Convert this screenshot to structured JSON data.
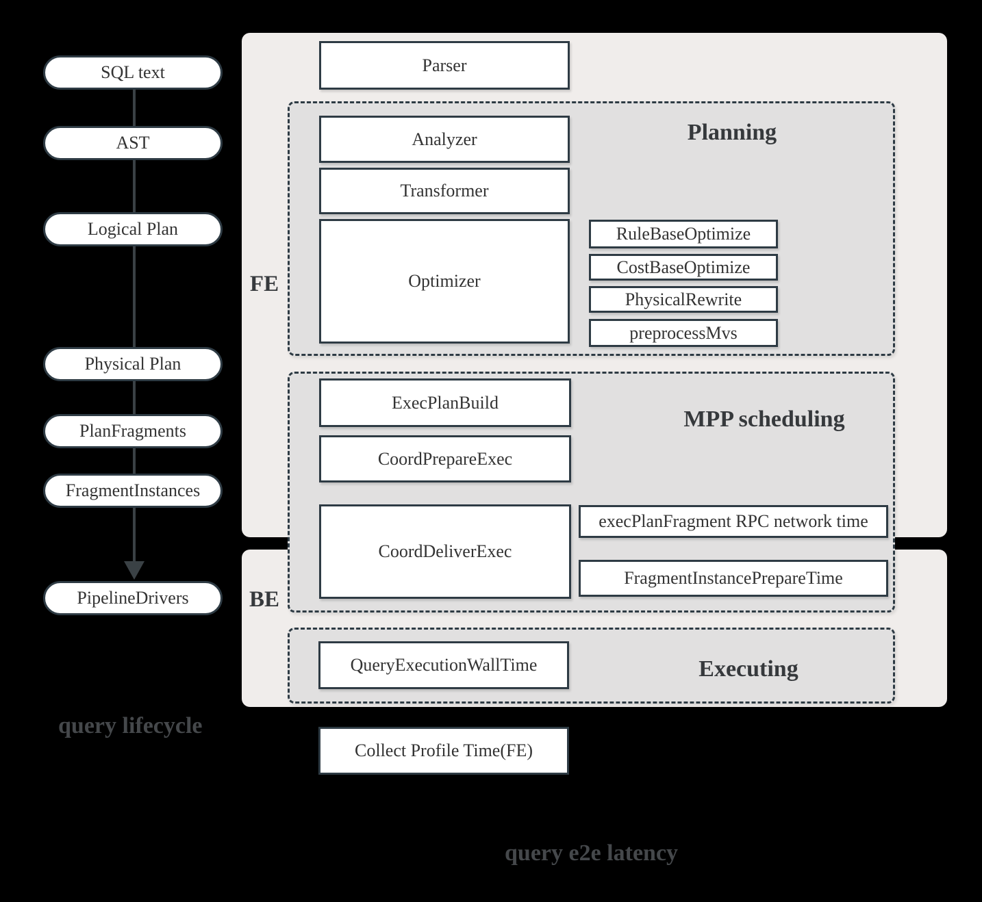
{
  "lifecycle": {
    "title": "query lifecycle",
    "stages": [
      "SQL text",
      "AST",
      "Logical Plan",
      "Physical Plan",
      "PlanFragments",
      "FragmentInstances",
      "PipelineDrivers"
    ]
  },
  "fe_label": "FE",
  "be_label": "BE",
  "parser": "Parser",
  "planning": {
    "title": "Planning",
    "analyzer": "Analyzer",
    "transformer": "Transformer",
    "optimizer": "Optimizer",
    "optimizer_steps": [
      "RuleBaseOptimize",
      "CostBaseOptimize",
      "PhysicalRewrite",
      "preprocessMvs"
    ]
  },
  "mpp": {
    "title": "MPP scheduling",
    "exec_plan_build": "ExecPlanBuild",
    "coord_prepare_exec": "CoordPrepareExec",
    "coord_deliver_exec": "CoordDeliverExec",
    "rpc_network_time": "execPlanFragment RPC network time",
    "fragment_instance_prepare_time": "FragmentInstancePrepareTime"
  },
  "executing": {
    "title": "Executing",
    "query_execution_wall_time": "QueryExecutionWallTime"
  },
  "collect_profile": "Collect Profile Time(FE)",
  "e2e_label": "query e2e latency",
  "colors": {
    "bg": "#000000",
    "panel": "#f0edeb",
    "section": "#e1e0e0",
    "node": "#ffffff",
    "border": "#2e3b44",
    "ink": "#333333",
    "title": "#36393c",
    "caption": "#45484b",
    "arrow": "#3a4145"
  }
}
